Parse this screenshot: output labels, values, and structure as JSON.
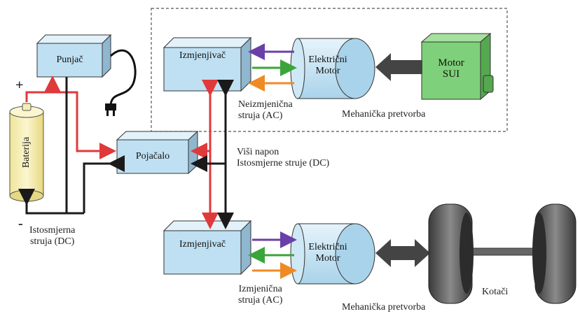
{
  "components": {
    "punjac": "Punjač",
    "baterija": "Baterija",
    "pojacalo": "Pojačalo",
    "izmjenjivac_top": "Izmjenjivač",
    "izmjenjivac_bottom": "Izmjenjivač",
    "motor_top": "Električni\nMotor",
    "motor_bottom": "Električni\nMotor",
    "motor_sui": "Motor\nSUI",
    "kotaci": "Kotači"
  },
  "labels": {
    "plus": "+",
    "minus": "-",
    "dc_battery": "Istosmjerna\nstruja (DC)",
    "ac_top": "Neizmjenična\nstruja (AC)",
    "ac_bottom": "Izmjenična\nstruja (AC)",
    "mech_top": "Mehanička pretvorba",
    "mech_bottom": "Mehanička pretvorba",
    "high_voltage": "Viši napon\nIstosmjerne struje (DC)"
  },
  "colors": {
    "box_fill": "#bfe0f2",
    "box_top": "#e3f2fa",
    "box_side": "#8fb7cf",
    "battery": "#f5eeb4",
    "red_wire": "#e0393b",
    "black_wire": "#1a1a1a",
    "purple": "#6a3fa8",
    "green": "#3aa53a",
    "orange": "#f08a24",
    "engine": "#7fd07a",
    "tire": "#555555"
  }
}
